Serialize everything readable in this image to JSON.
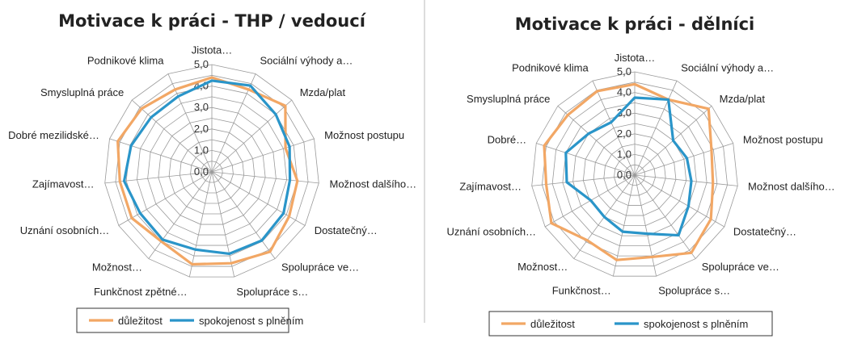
{
  "colors": {
    "importance": "#f2a765",
    "satisfaction": "#2a95c9",
    "grid": "#9a9a9a"
  },
  "chart_data": [
    {
      "type": "radar",
      "title": "Motivace k práci - THP / vedoucí",
      "categories": [
        "Jistota…",
        "Sociální výhody a…",
        "Mzda/plat",
        "Možnost postupu",
        "Možnost dalšího…",
        "Dostatečný…",
        "Spolupráce ve…",
        "Spolupráce s…",
        "Funkčnost zpětné…",
        "Možnost…",
        "Uznání osobních…",
        "Zajímavost…",
        "Dobré mezilidské…",
        "Smysluplná práce",
        "Podnikové klima"
      ],
      "tick_labels": [
        "0,0",
        "1,0",
        "2,0",
        "3,0",
        "4,0",
        "5,0"
      ],
      "rlim": [
        0,
        5
      ],
      "legend_position": "bottom",
      "series": [
        {
          "name": "důležitost",
          "values": [
            4.4,
            4.2,
            4.6,
            3.6,
            4.0,
            4.15,
            4.6,
            4.35,
            4.4,
            4.0,
            4.3,
            4.3,
            4.6,
            4.4,
            4.2
          ]
        },
        {
          "name": "spokojenost s plněním",
          "values": [
            4.25,
            4.4,
            4.0,
            3.8,
            3.65,
            3.85,
            3.95,
            3.9,
            3.7,
            3.9,
            3.85,
            4.1,
            3.95,
            3.8,
            3.85
          ]
        }
      ]
    },
    {
      "type": "radar",
      "title": "Motivace k práci - dělníci",
      "categories": [
        "Jistota…",
        "Sociální výhody a…",
        "Mzda/plat",
        "Možnost postupu",
        "Možnost dalšího…",
        "Dostatečný…",
        "Spolupráce ve…",
        "Spolupráce s…",
        "Funkčnost…",
        "Možnost…",
        "Uznání osobních…",
        "Zajímavost…",
        "Dobré…",
        "Smysluplná práce",
        "Podnikové klima"
      ],
      "tick_labels": [
        "0,0",
        "1,0",
        "2,0",
        "3,0",
        "4,0",
        "5,0"
      ],
      "rlim": [
        0,
        5
      ],
      "legend_position": "bottom",
      "series": [
        {
          "name": "důležitost",
          "values": [
            4.4,
            4.0,
            4.8,
            3.9,
            3.8,
            4.25,
            4.65,
            4.05,
            4.2,
            3.9,
            4.65,
            4.3,
            4.6,
            4.35,
            4.45
          ]
        },
        {
          "name": "spokojenost s plněním",
          "values": [
            3.75,
            4.0,
            2.5,
            2.65,
            2.75,
            3.0,
            3.6,
            2.9,
            2.8,
            2.5,
            2.45,
            3.3,
            3.5,
            3.0,
            2.8
          ]
        }
      ]
    }
  ]
}
